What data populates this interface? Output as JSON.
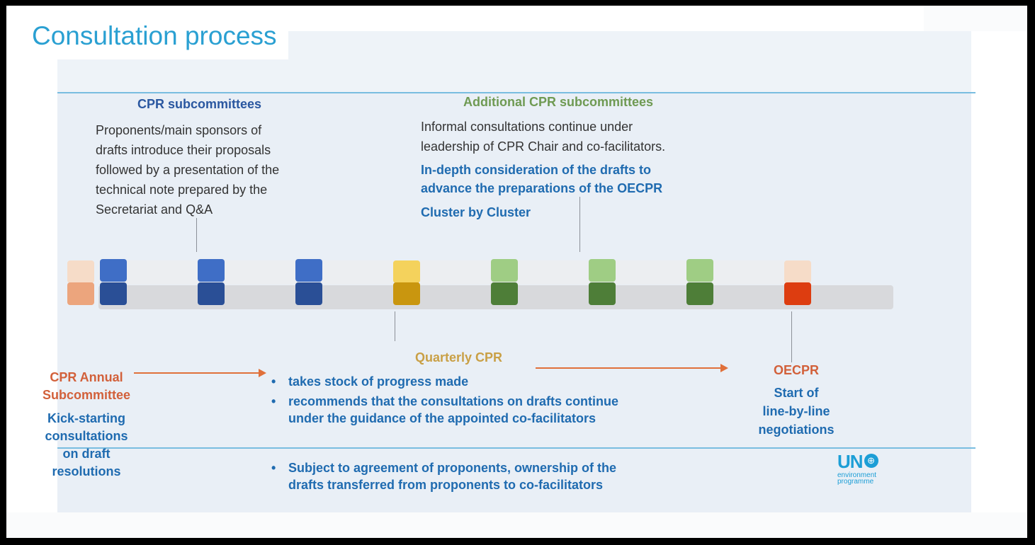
{
  "title": "Consultation process",
  "colors": {
    "title": "#2aa0d2",
    "blue_dark": "#2a4f96",
    "blue_light": "#3f6ec6",
    "gold_dark": "#c9960f",
    "gold_light": "#f4d25c",
    "green_dark": "#4e7e38",
    "green_light": "#9fcd84",
    "red": "#dd3d10",
    "peach_dark": "#eca57d",
    "peach_light": "#f6dcc8",
    "line": "#79bde0"
  },
  "top_left": {
    "heading": "CPR subcommittees",
    "lines": [
      "Proponents/main sponsors of",
      "drafts introduce their proposals",
      "followed by a presentation of the",
      "technical note prepared by the",
      "Secretariat and Q&A"
    ]
  },
  "top_right": {
    "heading": "Additional CPR subcommittees",
    "lines": [
      "Informal consultations continue under",
      "leadership of CPR Chair and co-facilitators."
    ],
    "bold_lines": [
      "In-depth consideration of the drafts to",
      "advance the preparations of the OECPR"
    ],
    "cluster": "Cluster by Cluster"
  },
  "left_bottom": {
    "heading": [
      "CPR Annual",
      "Subcommittee"
    ],
    "lines": [
      "Kick-starting",
      "consultations",
      "on draft",
      "resolutions"
    ]
  },
  "center_bottom": {
    "heading": "Quarterly CPR",
    "bullets": [
      "takes stock of progress made",
      "recommends that the consultations on drafts continue under the guidance of the appointed co-facilitators",
      "Subject to agreement of proponents, ownership of the drafts transferred from proponents to co-facilitators"
    ]
  },
  "right_bottom": {
    "heading": "OECPR",
    "lines": [
      "Start of",
      "line-by-line",
      "negotiations"
    ]
  },
  "logo": {
    "text": "UN",
    "symbol": "⊕",
    "sub": [
      "environment",
      "programme"
    ]
  }
}
